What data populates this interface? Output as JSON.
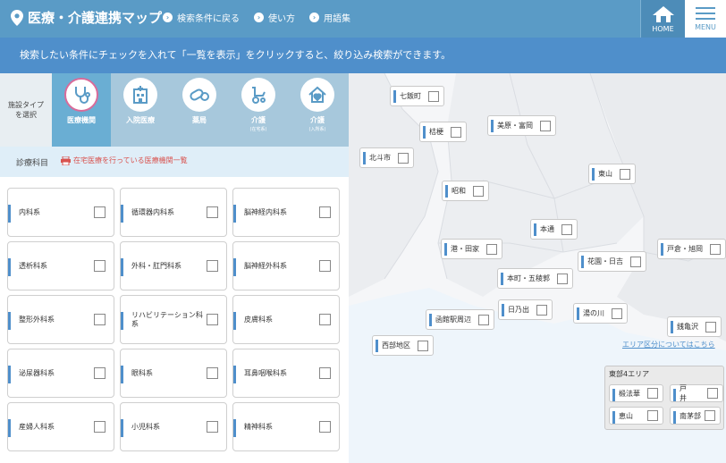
{
  "header": {
    "title": "医療・介護連携マップ",
    "links": [
      "検索条件に戻る",
      "使い方",
      "用語集"
    ],
    "home_label": "HOME",
    "menu_label": "MENU"
  },
  "banner": {
    "text": "検索したい条件にチェックを入れて「一覧を表示」をクリックすると、絞り込み検索ができます。"
  },
  "facility_types": {
    "label_line1": "施設タイプ",
    "label_line2": "を選択",
    "items": [
      {
        "label": "医療機関",
        "sub": "",
        "icon": "stethoscope-icon",
        "active": true
      },
      {
        "label": "入院医療",
        "sub": "",
        "icon": "hospital-icon",
        "active": false
      },
      {
        "label": "薬局",
        "sub": "",
        "icon": "pill-icon",
        "active": false
      },
      {
        "label": "介護",
        "sub": "(在宅系)",
        "icon": "wheelchair-icon",
        "active": false
      },
      {
        "label": "介護",
        "sub": "(入所系)",
        "icon": "house-heart-icon",
        "active": false
      }
    ]
  },
  "department": {
    "title": "診療科目",
    "homecare_link": "在宅医療を行っている医療機関一覧"
  },
  "departments": [
    "内科系",
    "循環器内科系",
    "脳神経内科系",
    "透析科系",
    "外科・肛門科系",
    "脳神経外科系",
    "整形外科系",
    "リハビリテーション科系",
    "皮膚科系",
    "泌尿器科系",
    "眼科系",
    "耳鼻咽喉科系",
    "産婦人科系",
    "小児科系",
    "精神科系"
  ],
  "map": {
    "areas": [
      "七飯町",
      "桔梗",
      "美原・富岡",
      "北斗市",
      "東山",
      "昭和",
      "本通",
      "港・田家",
      "戸倉・旭岡",
      "花園・日吉",
      "本町・五稜郭",
      "日乃出",
      "湯の川",
      "函館駅周辺",
      "銭亀沢",
      "西部地区"
    ],
    "area_link": "エリア区分についてはこちら",
    "east_title": "東部4エリア",
    "east_areas": [
      "椴法華",
      "戸井",
      "恵山",
      "南茅部"
    ]
  },
  "colors": {
    "header": "#5a9bc6",
    "banner": "#4f8fcb",
    "active_tab": "#6aaed3",
    "accent": "#d96b9a"
  }
}
